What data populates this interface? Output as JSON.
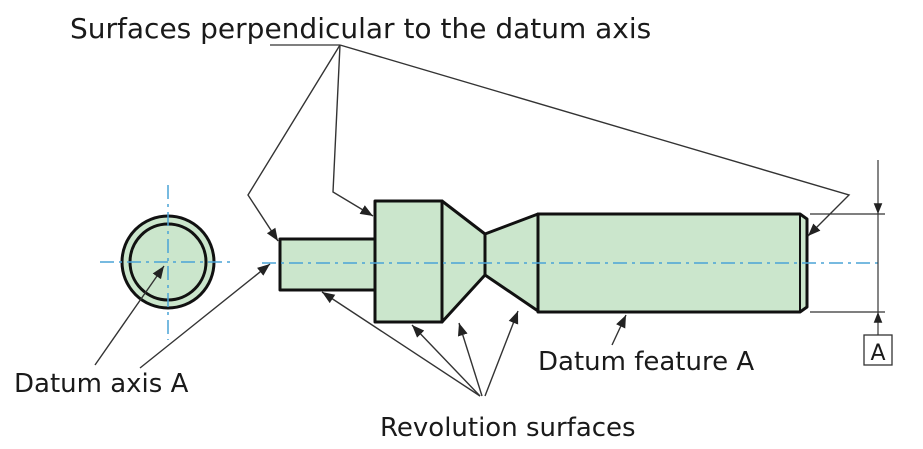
{
  "labels": {
    "surfaces_perpendicular": "Surfaces perpendicular to the datum axis",
    "datum_axis": "Datum axis A",
    "revolution_surfaces": "Revolution surfaces",
    "datum_feature": "Datum feature A",
    "datum_letter": "A"
  },
  "colors": {
    "part_fill": "#cbe6cc",
    "axis_line": "#4aa3d6"
  }
}
